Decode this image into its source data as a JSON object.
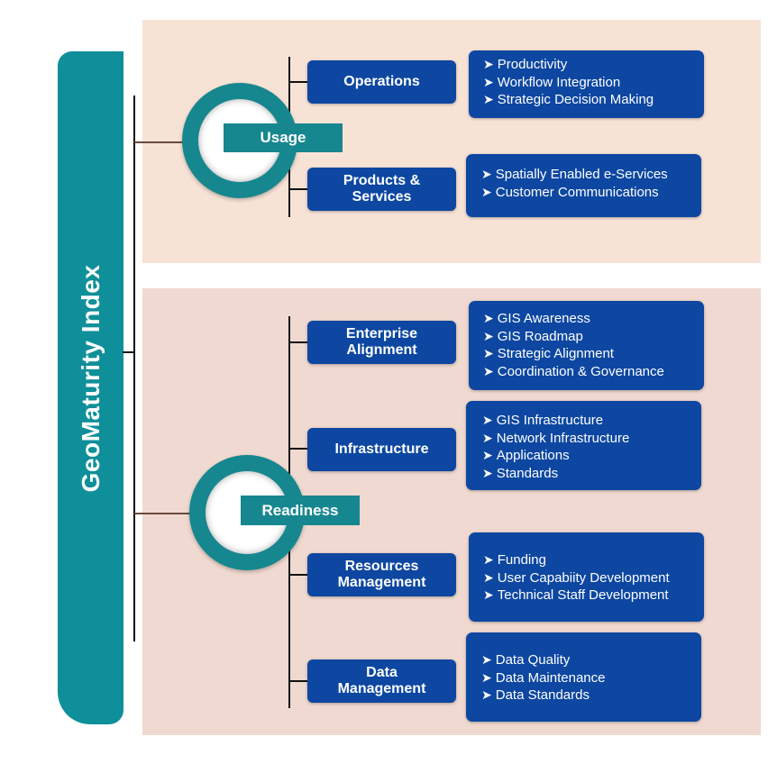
{
  "index": {
    "title": "GeoMaturity Index"
  },
  "categories": [
    {
      "label": "Usage",
      "nodes": [
        {
          "label": "Operations",
          "items": [
            "Productivity",
            "Workflow Integration",
            "Strategic Decision Making"
          ]
        },
        {
          "label": "Products & Services",
          "items": [
            "Spatially Enabled e-Services",
            "Customer Communications"
          ]
        }
      ]
    },
    {
      "label": "Readiness",
      "nodes": [
        {
          "label": "Enterprise Alignment",
          "items": [
            "GIS Awareness",
            "GIS Roadmap",
            "Strategic Alignment",
            "Coordination & Governance"
          ]
        },
        {
          "label": "Infrastructure",
          "items": [
            "GIS Infrastructure",
            "Network Infrastructure",
            "Applications",
            "Standards"
          ]
        },
        {
          "label": "Resources Management",
          "items": [
            "Funding",
            "User Capabiity Development",
            "Technical Staff Development"
          ]
        },
        {
          "label": "Data Management",
          "items": [
            "Data Quality",
            "Data Maintenance",
            "Data Standards"
          ]
        }
      ]
    }
  ],
  "colors": {
    "teal": "#17878f",
    "navy": "#0d47a1",
    "usage_bg": "#f7e3d6",
    "readiness_bg": "#f0d9d0"
  },
  "bullet_icon": "chevron-right-icon"
}
